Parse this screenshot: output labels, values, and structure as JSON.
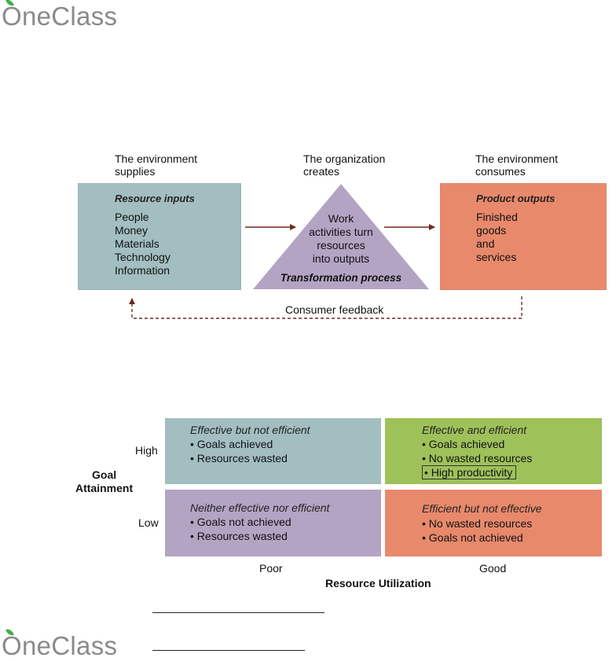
{
  "logo": {
    "text": "OneClass"
  },
  "colors": {
    "inputs": "#a3bec0",
    "outputs": "#e8896c",
    "transformation": "#b4a4c4",
    "green": "#9fc15a",
    "arrow": "#6e2b1c"
  },
  "flow": {
    "left_caption": [
      "The environment",
      "supplies"
    ],
    "center_caption": [
      "The organization",
      "creates"
    ],
    "right_caption": [
      "The environment",
      "consumes"
    ],
    "inputs": {
      "title": "Resource inputs",
      "items": [
        "People",
        "Money",
        "Materials",
        "Technology",
        "Information"
      ]
    },
    "transformation": {
      "lines": [
        "Work",
        "activities turn",
        "resources",
        "into outputs"
      ],
      "title": "Transformation process"
    },
    "outputs": {
      "title": "Product outputs",
      "items": [
        "Finished",
        "goods",
        "and",
        "services"
      ]
    },
    "feedback": "Consumer feedback"
  },
  "matrix": {
    "y_title": [
      "Goal",
      "Attainment"
    ],
    "y_labels": [
      "High",
      "Low"
    ],
    "x_labels": [
      "Poor",
      "Good"
    ],
    "x_title": "Resource Utilization",
    "cells": {
      "high_poor": {
        "title": "Effective but not efficient",
        "bullets": [
          "Goals achieved",
          "Resources wasted"
        ]
      },
      "high_good": {
        "title": "Effective and efficient",
        "bullets": [
          "Goals achieved",
          "No wasted resources",
          "High productivity"
        ]
      },
      "low_poor": {
        "title": "Neither effective nor efficient",
        "bullets": [
          "Goals not achieved",
          "Resources wasted"
        ]
      },
      "low_good": {
        "title": "Efficient but not effective",
        "bullets": [
          "No wasted resources",
          "Goals not achieved"
        ]
      }
    }
  }
}
